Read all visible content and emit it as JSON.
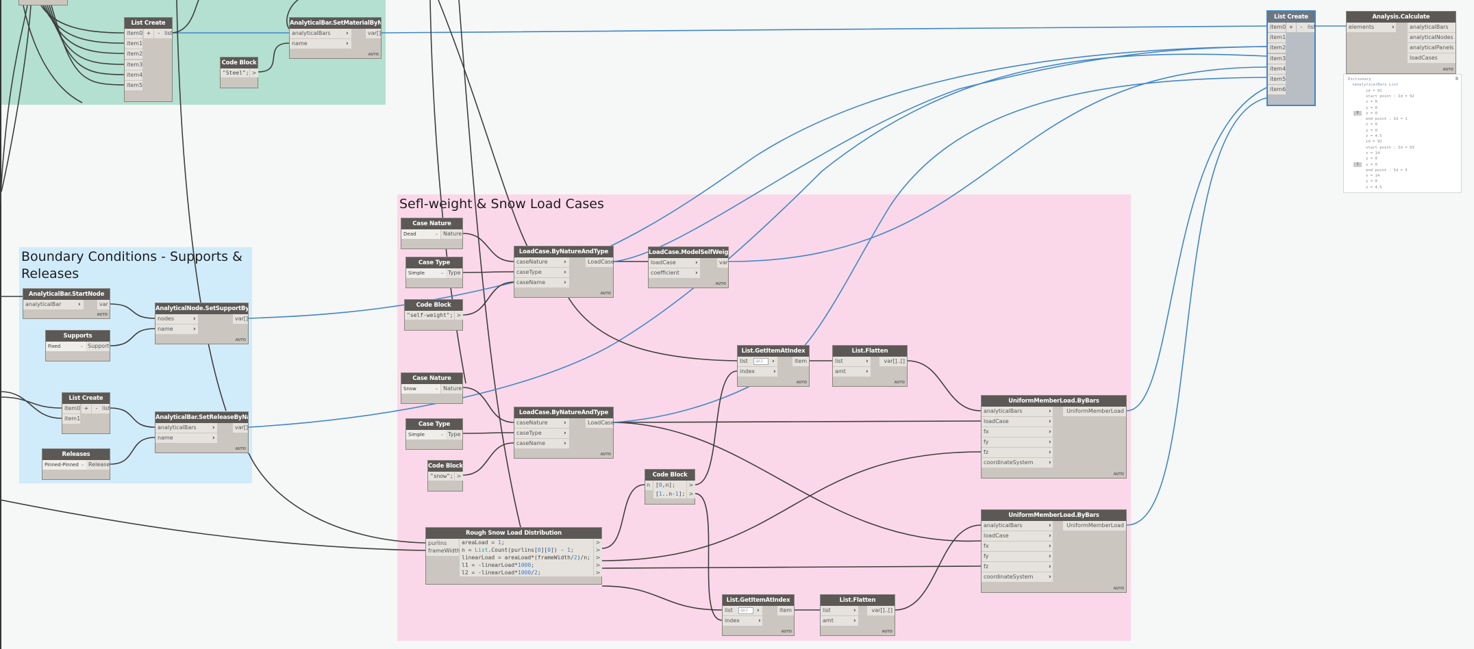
{
  "groups": {
    "materials": {
      "title": "",
      "color": "#b3e0d0"
    },
    "boundary": {
      "title": "Boundary Conditions - Supports & Releases",
      "color": "#d0ecfb"
    },
    "loads": {
      "title": "Sefl-weight & Snow Load Cases",
      "color": "#fbd8e9"
    }
  },
  "colors": {
    "wire": "#3d3d3d",
    "selected_wire": "#3f86c7",
    "header": "#5b5855",
    "node_body": "#cbc6bf"
  },
  "common": {
    "auto": "AUTO",
    "plus": "+",
    "minus": "-",
    "out_arrow": ">",
    "in_arrow": "›"
  },
  "nodes": {
    "list_create_top": {
      "title": "List Create",
      "inputs": [
        "item0",
        "item1",
        "item2",
        "item3",
        "item4",
        "item5"
      ],
      "output": "list"
    },
    "set_material": {
      "title": "AnalyticalBar.SetMaterialByName",
      "inputs": [
        "analyticalBars",
        "name"
      ],
      "output": "var[]"
    },
    "code_steel": {
      "title": "Code Block",
      "code": "\"Steel\";"
    },
    "start_node": {
      "title": "AnalyticalBar.StartNode",
      "inputs": [
        "analyticalBar"
      ],
      "output": "var"
    },
    "supports": {
      "title": "Supports",
      "selected": "Fixed",
      "output": "Support"
    },
    "set_support": {
      "title": "AnalyticalNode.SetSupportByName",
      "inputs": [
        "nodes",
        "name"
      ],
      "output": "var[]"
    },
    "list_create_rel": {
      "title": "List Create",
      "inputs": [
        "item0",
        "item1"
      ],
      "output": "list"
    },
    "releases": {
      "title": "Releases",
      "selected": "Pinned-Pinned",
      "output": "Release"
    },
    "set_release": {
      "title": "AnalyticalBar.SetReleaseByName",
      "inputs": [
        "analyticalBars",
        "name"
      ],
      "output": "var[]"
    },
    "case_nature_dead": {
      "title": "Case Nature",
      "selected": "Dead",
      "output": "Nature"
    },
    "case_type_1": {
      "title": "Case Type",
      "selected": "Simple",
      "output": "Type"
    },
    "code_selfweight": {
      "title": "Code Block",
      "code": "\"self-weight\";"
    },
    "loadcase_1": {
      "title": "LoadCase.ByNatureAndType",
      "inputs": [
        "caseNature",
        "caseType",
        "caseName"
      ],
      "output": "LoadCase"
    },
    "model_selfweight": {
      "title": "LoadCase.ModelSelfWeight",
      "inputs": [
        "loadCase",
        "coefficient"
      ],
      "output": "var"
    },
    "case_nature_snow": {
      "title": "Case Nature",
      "selected": "Snow",
      "output": "Nature"
    },
    "case_type_2": {
      "title": "Case Type",
      "selected": "Simple",
      "output": "Type"
    },
    "code_snow": {
      "title": "Code Block",
      "code": "\"snow\";"
    },
    "loadcase_2": {
      "title": "LoadCase.ByNatureAndType",
      "inputs": [
        "caseNature",
        "caseType",
        "caseName"
      ],
      "output": "LoadCase"
    },
    "get_item_1": {
      "title": "List.GetItemAtIndex",
      "inputs": [
        "list",
        "index"
      ],
      "output": "item",
      "stepper": "@L2"
    },
    "flatten_1": {
      "title": "List.Flatten",
      "inputs": [
        "list",
        "amt"
      ],
      "output": "var[]..[]"
    },
    "code_indices": {
      "title": "Code Block",
      "input": "n",
      "lines": [
        "[0,n];",
        "[1..n-1];"
      ]
    },
    "snow_dist": {
      "title": "Rough Snow Load Distribution",
      "inputs": [
        "purlins",
        "frameWidth"
      ],
      "lines": [
        "areaLoad = 1;",
        "n = List.Count(purlins[0][0]) - 1;",
        "linearLoad = areaLoad*(frameWidth/2)/n;",
        "l1 = -linearLoad*1000;",
        "l2 = -linearLoad*1000/2;"
      ]
    },
    "get_item_2": {
      "title": "List.GetItemAtIndex",
      "inputs": [
        "list",
        "index"
      ],
      "output": "item",
      "stepper": "@L2"
    },
    "flatten_2": {
      "title": "List.Flatten",
      "inputs": [
        "list",
        "amt"
      ],
      "output": "var[]..[]"
    },
    "uml_1": {
      "title": "UniformMemberLoad.ByBars",
      "inputs": [
        "analyticalBars",
        "loadCase",
        "fx",
        "fy",
        "fz",
        "coordinateSystem"
      ],
      "output": "UniformMemberLoad"
    },
    "uml_2": {
      "title": "UniformMemberLoad.ByBars",
      "inputs": [
        "analyticalBars",
        "loadCase",
        "fx",
        "fy",
        "fz",
        "coordinateSystem"
      ],
      "output": "UniformMemberLoad"
    },
    "list_create_main": {
      "title": "List Create",
      "inputs": [
        "item0",
        "item1",
        "item2",
        "item3",
        "item4",
        "item5",
        "item6"
      ],
      "output": "list"
    },
    "analysis": {
      "title": "Analysis.Calculate",
      "inputs": [
        "elements"
      ],
      "outputs": [
        "analyticalBars",
        "analyticalNodes",
        "analyticalPanels",
        "loadCases"
      ]
    }
  },
  "preview": {
    "lines": [
      "Dictionary",
      "▾analyticalBars List",
      "id = 91",
      "start point : Id = 92",
      "x = 0",
      "y = 0",
      "z = 0",
      "end point : Id = 1",
      "x = 0",
      "y = 0",
      "z = 4.5",
      "id = 92",
      "start point : Id = 93",
      "x = 14",
      "y = 0",
      "z = 0",
      "end point : Id = 3",
      "x = 14",
      "y = 0",
      "z = 4.5"
    ],
    "indices": [
      "0",
      "1"
    ]
  }
}
